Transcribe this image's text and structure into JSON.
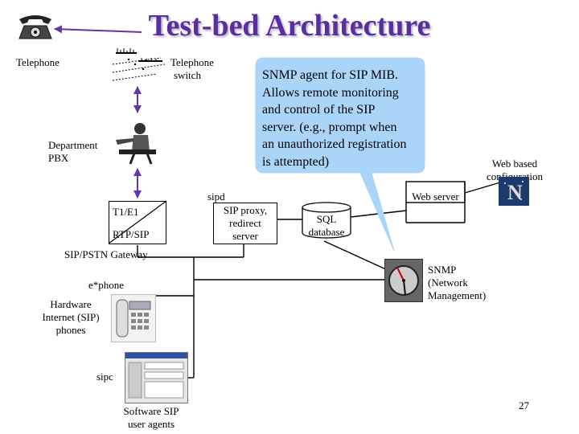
{
  "title": "Test-bed Architecture",
  "labels": {
    "telephone": "Telephone",
    "telephone_switch": [
      "Telephone",
      "switch"
    ],
    "department_pbx": [
      "Department",
      "PBX"
    ],
    "t1e1": "T1/E1",
    "rtpsip": "RTP/SIP",
    "gateway": "SIP/PSTN Gateway",
    "sipd": "sipd",
    "sip_proxy": [
      "SIP proxy,",
      "redirect",
      "server"
    ],
    "sql_database": [
      "SQL",
      "database"
    ],
    "web_server": "Web server",
    "web_config": [
      "Web based",
      "configuration"
    ],
    "snmp": [
      "SNMP",
      "(Network",
      "Management)"
    ],
    "ephone": "e*phone",
    "hardware_phones": [
      "Hardware",
      "Internet (SIP)",
      "phones"
    ],
    "sipc": "sipc",
    "software_agents": [
      "Software SIP",
      "user agents"
    ],
    "page_number": "27"
  },
  "callout": [
    "SNMP agent for SIP MIB.",
    "Allows remote monitoring",
    "and control of the SIP",
    "server. (e.g., prompt when",
    "an unauthorized registration",
    "is attempted)"
  ],
  "icons": {
    "telephone": "rotary-telephone-icon",
    "switch": "telephone-switch-icon",
    "pbx": "pbx-operator-icon",
    "ip_phone": "ip-phone-icon",
    "software": "software-window-icon",
    "snmp": "gauge-icon",
    "web_config": "netscape-icon"
  },
  "colors": {
    "title": "#5a2ea0",
    "arrow": "#6633aa",
    "callout_fill": "#aad4f8",
    "wire": "#000000"
  }
}
